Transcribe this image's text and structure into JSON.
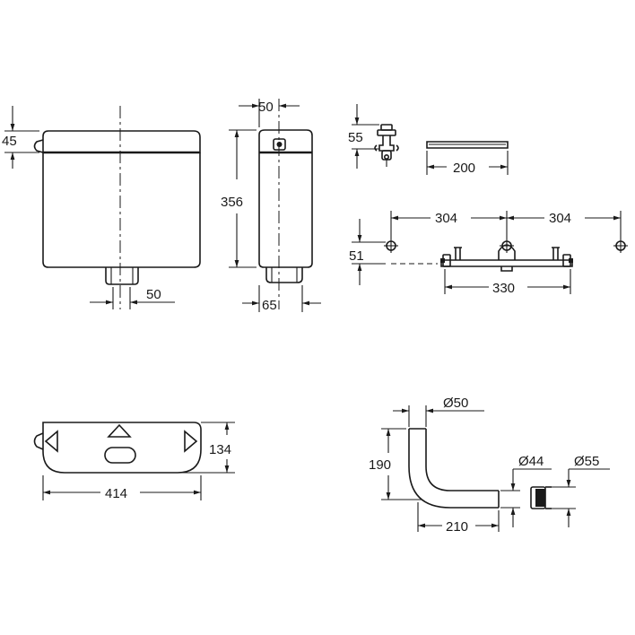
{
  "dimensions": {
    "front_lid_height": "45",
    "front_outlet_offset": "50",
    "side_top_width": "50",
    "side_height": "356",
    "side_outlet_width": "65",
    "valve_height": "55",
    "plate_width": "200",
    "bracket_spacing_left": "304",
    "bracket_spacing_right": "304",
    "bracket_height": "51",
    "bracket_width": "330",
    "cistern_top_depth": "134",
    "cistern_top_width": "414",
    "pipe_diameter": "Ø50",
    "pipe_height": "190",
    "pipe_length": "210",
    "pipe_end_diameter": "Ø44",
    "connector_diameter": "Ø55"
  },
  "colors": {
    "line": "#1a1a1a",
    "background": "#ffffff"
  }
}
